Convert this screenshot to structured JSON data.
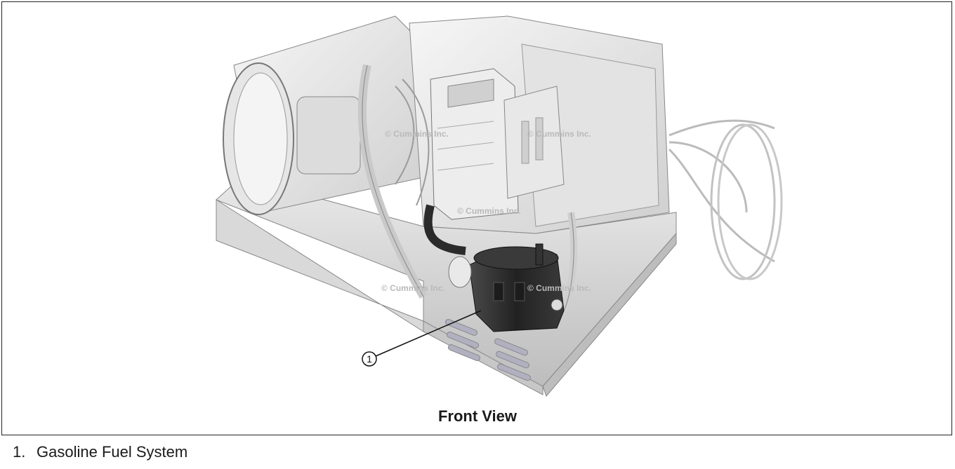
{
  "figure": {
    "caption": "Front View",
    "watermark": "© Cummins Inc.",
    "callout": {
      "number": "1"
    }
  },
  "legend": {
    "items": [
      {
        "number": "1.",
        "label": "Gasoline Fuel System"
      }
    ]
  },
  "colors": {
    "metal_light": "#efefef",
    "metal_mid": "#d4d4d4",
    "metal_dark": "#9a9a9a",
    "component_black": "#2a2a2a",
    "line": "#333333"
  }
}
